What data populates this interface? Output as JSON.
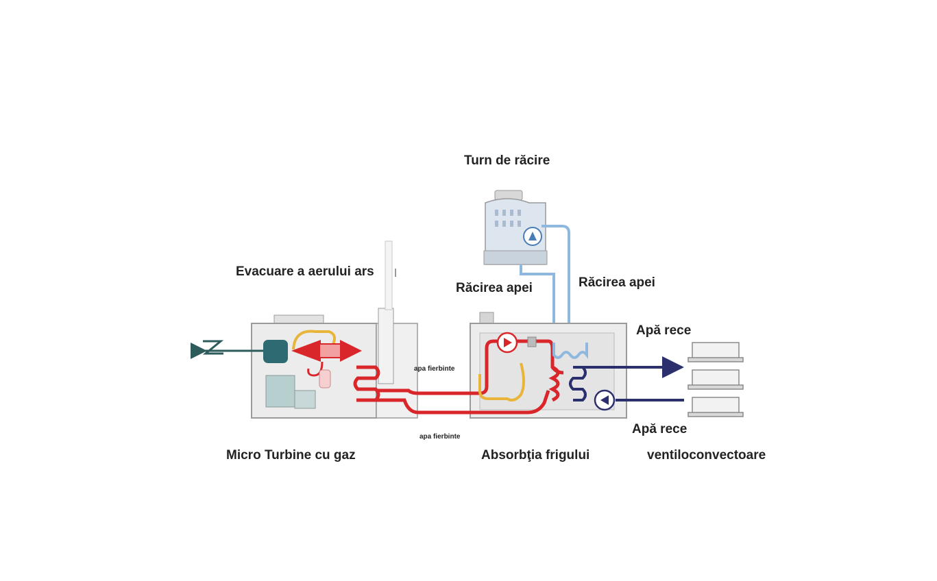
{
  "labels": {
    "cooling_tower": "Turn de răcire",
    "exhaust": "Evacuare a aerului ars",
    "cooling_water_left": "Răcirea apei",
    "cooling_water_right": "Răcirea apei",
    "cold_water_out": "Apă rece",
    "cold_water_return": "Apă rece",
    "hot_water_top": "apa fierbinte",
    "hot_water_bottom": "apa fierbinte",
    "micro_turbine": "Micro Turbine cu gaz",
    "absorption": "Absorbţia frigului",
    "fan_coils": "ventiloconvectoare"
  },
  "colors": {
    "hot": "#d9262b",
    "cold": "#2b2f6e",
    "cooling": "#8fb8de",
    "yellow": "#e8b43a",
    "box_fill": "#ececec",
    "box_stroke": "#9a9a9a"
  }
}
